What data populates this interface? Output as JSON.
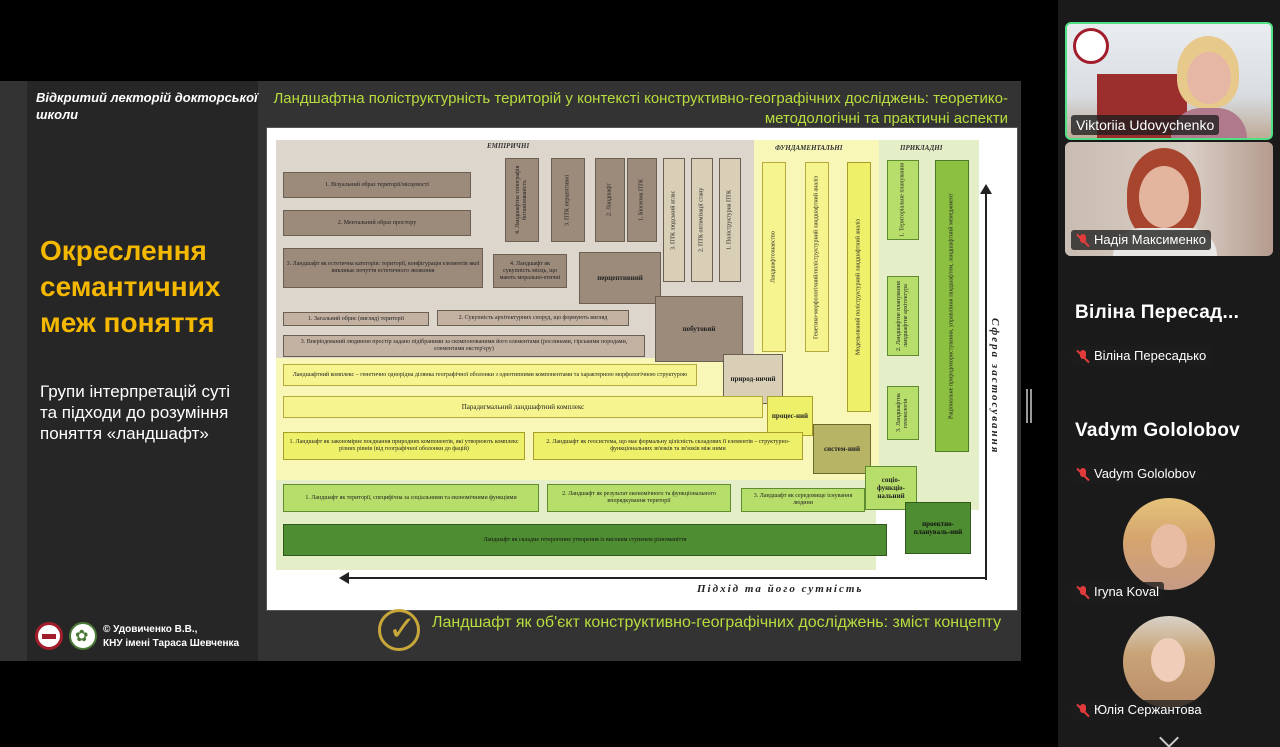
{
  "slide": {
    "lectory": "Відкритий лекторій докторської школи",
    "heading": "Окреслення семантичних меж поняття",
    "groups": "Групи інтерпретацій суті та підходи до розуміння поняття «ландшафт»",
    "credits_line1": "© Удовиченко В.В.,",
    "credits_line2": "КНУ імені Тараса Шевченка",
    "title": "Ландшафтна поліструктурність територій у контексті конструктивно-географічних досліджень: теоретико-методологічні та практичні аспекти",
    "concept": "Ландшафт як об'єкт конструктивно-географічних досліджень: зміст концепту"
  },
  "diagram": {
    "sections": {
      "empirical": "ЕМПІРИЧНІ",
      "fundamental": "ФУНДАМЕНТАЛЬНІ",
      "applied": "ПРИКЛАДНІ"
    },
    "axis_vertical": "Сфера застосування",
    "axis_horizontal": "Підхід та його сутність",
    "empirical_rows": [
      "1. Візуальний образ території/місцевості",
      "2. Ментальний образ простору",
      "3. Ландшафт як естетична категорія: території, конфігурація елементів якої викликає почуття естетичного звожоння",
      "4. Ландшафт як сукупність місць, що мають морально-етичні",
      "1. Загальний обрис (вигляд) території",
      "2. Сукупність архітектурних споруд, що формують вигляд",
      "3. Вперіодований людиною простір задано підібраними за скомпонованими його елементами (рослинами, гірськими породами, елементами екстер'єру)"
    ],
    "vertical_cols": [
      "4. Ландшафтна топографія ботанізованість",
      "3. ПТК перцептивні",
      "2. Ландшафт",
      "1. Біогеома ПТК",
      "3. ПТК людський атлас",
      "2. ПТК оптимізації стану",
      "1. Поліструктурна ПТК"
    ],
    "labels": {
      "perceptual": "перцептивний",
      "household": "побутовий",
      "natural": "природ-ничий",
      "process": "процес-ний",
      "system": "систем-ний",
      "socio": "соціо-функціо-нальний",
      "design": "проектно-плануваль-ний"
    },
    "fund_cols": [
      "Ландшафтознавство",
      "Генетико-морфологічний/поліструктурний ландшафтний аналіз",
      "Модельований поліструктурний ландшафтний аналіз"
    ],
    "applied_cols": [
      "1. Територіальне планування",
      "2. Ландшафтне планування ландшафтне архітектура",
      "3. Ландшафтна геоекологія",
      "Раціональне природокористування, управління ландшафтом, ландшафтний менеджмент"
    ],
    "complex_text": "Ландшафтний комплекс – генетично однорідна ділянка географічної оболонки з однотипними компонентами та характерною морфологічною структурою",
    "paradigm_text": "Парадигмальний ландшафтний комплекс",
    "yellow_rows": [
      "1. Ландшафт як закономірне поєднання природних компонентів, які утворюють комплекс різних рівнів (від географічної оболонки до фацій)",
      "2. Ландшафт як геосистема, що має формальну цілісність складових її елементів – структурно-функціональних зв'язків та зв'язків між ними"
    ],
    "green_rows": [
      "1. Ландшафт як території, специфічна за соціальними та економічними функціями",
      "2. Ландшафт як результат економічного та функціонального впорядкування території",
      "3. Ландшафт як середовище існування людини"
    ],
    "bottom_bar": "Ландшафт як складне гетерогенне утворення із високим ступенем різноманіття"
  },
  "participants": [
    {
      "name": "Viktoriia Udovychenko",
      "muted": false,
      "active": true
    },
    {
      "name": "Надія Максименко",
      "muted": true
    },
    {
      "display": "Віліна Пересад...",
      "name": "Віліна Пересадько",
      "muted": true
    },
    {
      "display": "Vadym Gololobov",
      "name": "Vadym Gololobov",
      "muted": true
    },
    {
      "name": "Iryna Koval",
      "muted": true
    },
    {
      "name": "Юлія Сержантова",
      "muted": true
    }
  ]
}
